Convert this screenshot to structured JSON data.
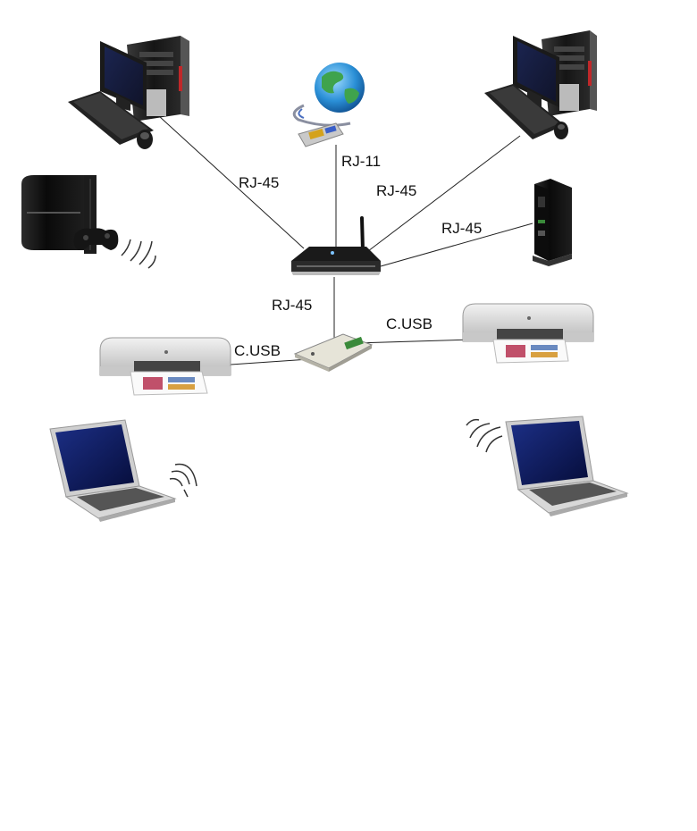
{
  "links": [
    {
      "id": "pc-left",
      "label": "RJ-45"
    },
    {
      "id": "modem",
      "label": "RJ-11"
    },
    {
      "id": "pc-right",
      "label": "RJ-45"
    },
    {
      "id": "media-box",
      "label": "RJ-45"
    },
    {
      "id": "print-server",
      "label": "RJ-45"
    },
    {
      "id": "printer-left",
      "label": "C.USB"
    },
    {
      "id": "printer-right",
      "label": "C.USB"
    }
  ],
  "devices": {
    "pc_left_icon": "desktop-computer-icon",
    "pc_right_icon": "desktop-computer-icon",
    "modem_icon": "internet-modem-icon",
    "router_icon": "wireless-router-icon",
    "console_icon": "game-console-icon",
    "media_icon": "media-box-icon",
    "print_server_icon": "print-server-icon",
    "printer_icon": "inkjet-printer-icon",
    "laptop_icon": "laptop-icon",
    "wifi_icon": "wifi-signal-icon"
  },
  "colors": {
    "cable": "#222222",
    "device_dark": "#1a1a1a",
    "device_light": "#d8d8d8",
    "screen": "#0b1a5c",
    "globe": "#2a8fd6",
    "led": "#3a8a3a"
  }
}
